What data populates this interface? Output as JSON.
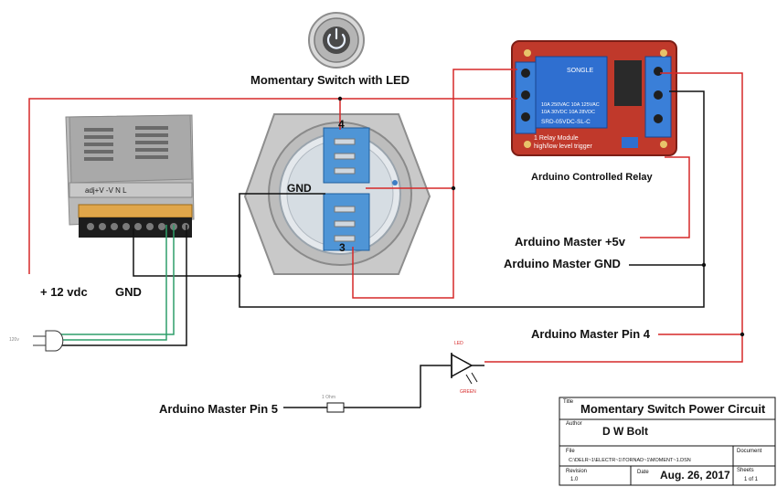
{
  "labels": {
    "switch": "Momentary Switch with LED",
    "relay": "Arduino Controlled Relay",
    "master_5v": "Arduino Master +5v",
    "master_gnd": "Arduino Master GND",
    "master_pin4": "Arduino Master Pin 4",
    "master_pin5": "Arduino Master Pin 5",
    "plus_12vdc": "+ 12 vdc",
    "gnd_psu": "GND",
    "gnd_switch": "GND",
    "switch_pin_top": "4",
    "switch_pin_bottom": "3"
  },
  "psu": {
    "terminal_labels": "adj+V   -V   N  L"
  },
  "relay_board": {
    "brand": "SONGLE",
    "spec1": "10A 250VAC 10A 125VAC",
    "spec2": "10A 30VDC 10A 28VDC",
    "model": "SRD-05VDC-SL-C",
    "module": "1 Relay  Module",
    "trigger": "high/low level trigger"
  },
  "led": {
    "top": "LED",
    "bottom": "GREEN"
  },
  "plug": {
    "label": "120v"
  },
  "resistor": {
    "label": "1 Ohm"
  },
  "title_block": {
    "title_key": "Title",
    "title": "Momentary Switch Power Circuit",
    "author_key": "Author",
    "author": "D W Bolt",
    "file_key": "File",
    "file": "C:\\DELR~1\\ELECTR~1\\TORNAD~1\\MOMENT~1.DSN",
    "document_key": "Document",
    "revision_key": "Revision",
    "revision": "1.0",
    "date_key": "Date",
    "date": "Aug. 26, 2017",
    "sheets_key": "Sheets",
    "sheets": "1 of 1"
  },
  "colors": {
    "red_wire": "#d62828",
    "black_wire": "#111111",
    "green_wire": "#2e9e6a",
    "relay_board": "#c0392b",
    "relay_blue": "#2f6fd0",
    "switch_blue": "#4f95d6"
  }
}
